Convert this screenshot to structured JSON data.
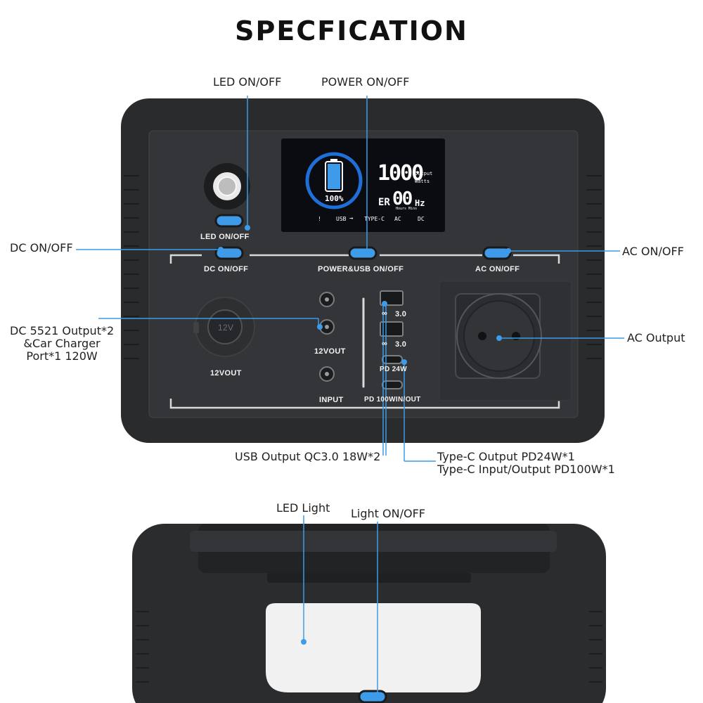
{
  "title": "SPECFICATION",
  "colors": {
    "accent": "#3d9be9",
    "body": "#2b2c2e",
    "panel": "#343538",
    "lcd": "#0b0b12",
    "lcd_ring": "#1f6fd8"
  },
  "callouts": {
    "led_onoff": "LED ON/OFF",
    "power_onoff": "POWER ON/OFF",
    "dc_onoff": "DC ON/OFF",
    "ac_onoff": "AC ON/OFF",
    "dc_output": "DC 5521 Output*2\n&Car Charger\nPort*1 120W",
    "ac_output": "AC Output",
    "usb_output": "USB Output QC3.0 18W*2",
    "typec_output": "Type-C Output PD24W*1",
    "typec_io": "Type-C Input/Output PD100W*1",
    "led_light": "LED Light",
    "light_onoff": "Light ON/OFF"
  },
  "panel": {
    "led_onoff": "LED  ON/OFF",
    "dc_onoff": "DC ON/OFF",
    "power_usb_onoff": "POWER&USB ON/OFF",
    "ac_onoff": "AC ON/OFF",
    "car_port_12v": "12V",
    "car_12vout": "12VOUT",
    "dc_12vout": "12VOUT",
    "input": "INPUT",
    "qc1": "3.0",
    "qc2": "3.0",
    "pd24w": "PD 24W",
    "pd100w": "PD 100WIN/OUT"
  },
  "lcd": {
    "battery_percent": "100%",
    "output_watts": "1000",
    "output_label": "Output",
    "watts_label": "Watts",
    "er": "ER",
    "hz_value": "00",
    "hz_label": "Hz",
    "hours_mins": "Hours  Mins",
    "status_1": "!",
    "status_usb": "USB",
    "status_typec": "TYPE-C",
    "status_ac": "AC",
    "status_dc": "DC",
    "battery_level": 1.0
  }
}
